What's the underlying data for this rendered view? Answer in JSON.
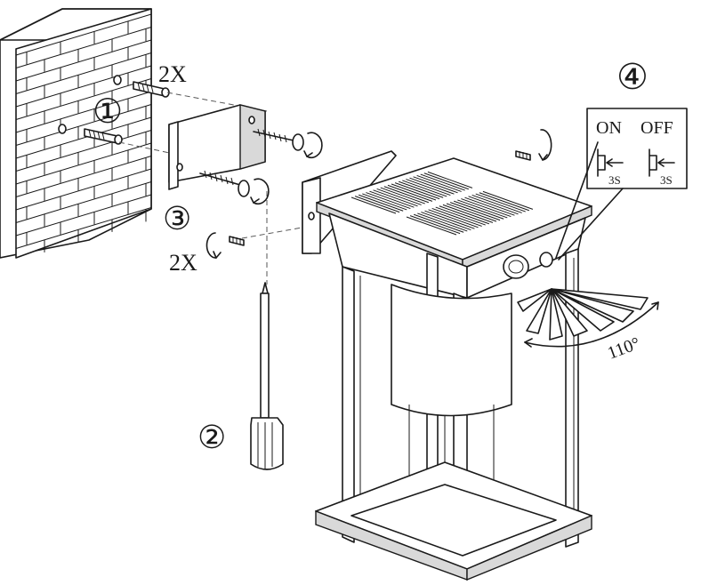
{
  "steps": {
    "step1": "①",
    "step2": "②",
    "step3": "③",
    "step4": "④"
  },
  "quantities": {
    "anchors": "2X",
    "mount_screws": "2X"
  },
  "switch_panel": {
    "on_label": "ON",
    "off_label": "OFF",
    "on_duration": "3S",
    "off_duration": "3S"
  },
  "sensor": {
    "angle_label": "110°",
    "angle_degrees": 110
  },
  "colors": {
    "line": "#1a1a1a",
    "fill_grey": "#d9d9d9",
    "background": "#ffffff"
  }
}
